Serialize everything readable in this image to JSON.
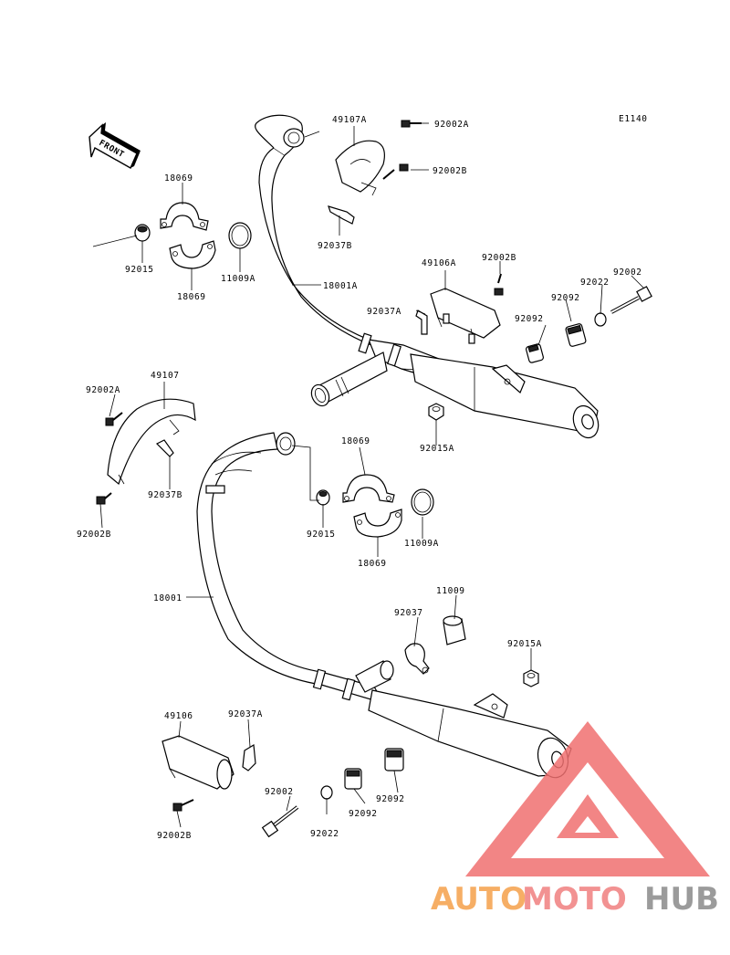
{
  "diagram": {
    "code": "E1140",
    "direction_label": "FRONT"
  },
  "labels": {
    "l_49107A": "49107A",
    "l_92002A_top": "92002A",
    "l_92002B_top": "92002B",
    "l_92037B_top": "92037B",
    "l_18069_a": "18069",
    "l_18069_b": "18069",
    "l_92015_top": "92015",
    "l_11009A_top": "11009A",
    "l_18001A": "18001A",
    "l_49106A": "49106A",
    "l_92002B_mid": "92002B",
    "l_92022_top": "92022",
    "l_92002_top": "92002",
    "l_92037A_top": "92037A",
    "l_92092_top1": "92092",
    "l_92092_top2": "92092",
    "l_92015A_top": "92015A",
    "l_49107": "49107",
    "l_92002A_left": "92002A",
    "l_92037B_left": "92037B",
    "l_92002B_left": "92002B",
    "l_18069_c": "18069",
    "l_18069_d": "18069",
    "l_92015_mid": "92015",
    "l_11009A_mid": "11009A",
    "l_18001": "18001",
    "l_11009": "11009",
    "l_92037": "92037",
    "l_92015A_low": "92015A",
    "l_49106": "49106",
    "l_92037A_low": "92037A",
    "l_92002_low": "92002",
    "l_92022_low": "92022",
    "l_92092_low1": "92092",
    "l_92092_low2": "92092",
    "l_92002B_low": "92002B"
  },
  "watermark": {
    "part1": "AUTO",
    "part2": "MOTO",
    "part3": "HUB",
    "color_part1": "#f5a14b",
    "color_part2": "#f08080",
    "color_part3": "#8a8a8a",
    "triangle_color": "#f07070"
  }
}
